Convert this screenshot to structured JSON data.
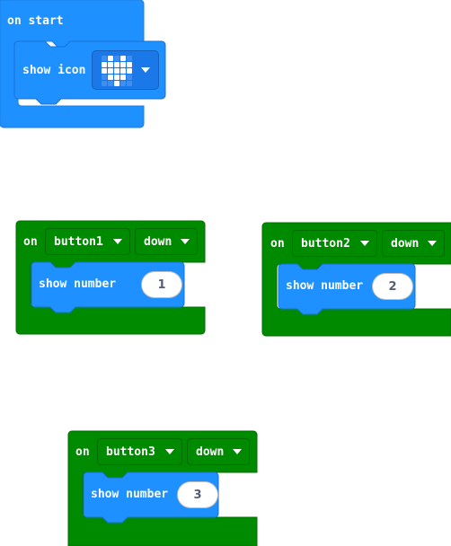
{
  "blocks": {
    "on_start": {
      "label": "on start",
      "inner": {
        "label": "show icon",
        "icon_name": "heart-icon",
        "icon_pattern": [
          [
            0,
            1,
            0,
            1,
            0
          ],
          [
            1,
            1,
            1,
            1,
            1
          ],
          [
            1,
            1,
            1,
            1,
            1
          ],
          [
            0,
            1,
            1,
            1,
            0
          ],
          [
            0,
            0,
            1,
            0,
            0
          ]
        ]
      }
    },
    "event1": {
      "on_label": "on",
      "button": "button1",
      "action": "down",
      "inner": {
        "label": "show number",
        "value": "1"
      }
    },
    "event2": {
      "on_label": "on",
      "button": "button2",
      "action": "down",
      "inner": {
        "label": "show number",
        "value": "2"
      }
    },
    "event3": {
      "on_label": "on",
      "button": "button3",
      "action": "down",
      "inner": {
        "label": "show number",
        "value": "3"
      }
    }
  },
  "colors": {
    "event_block": "#008a00",
    "basic_block": "#1e90ff",
    "dropdown_bg": "#008a00"
  }
}
